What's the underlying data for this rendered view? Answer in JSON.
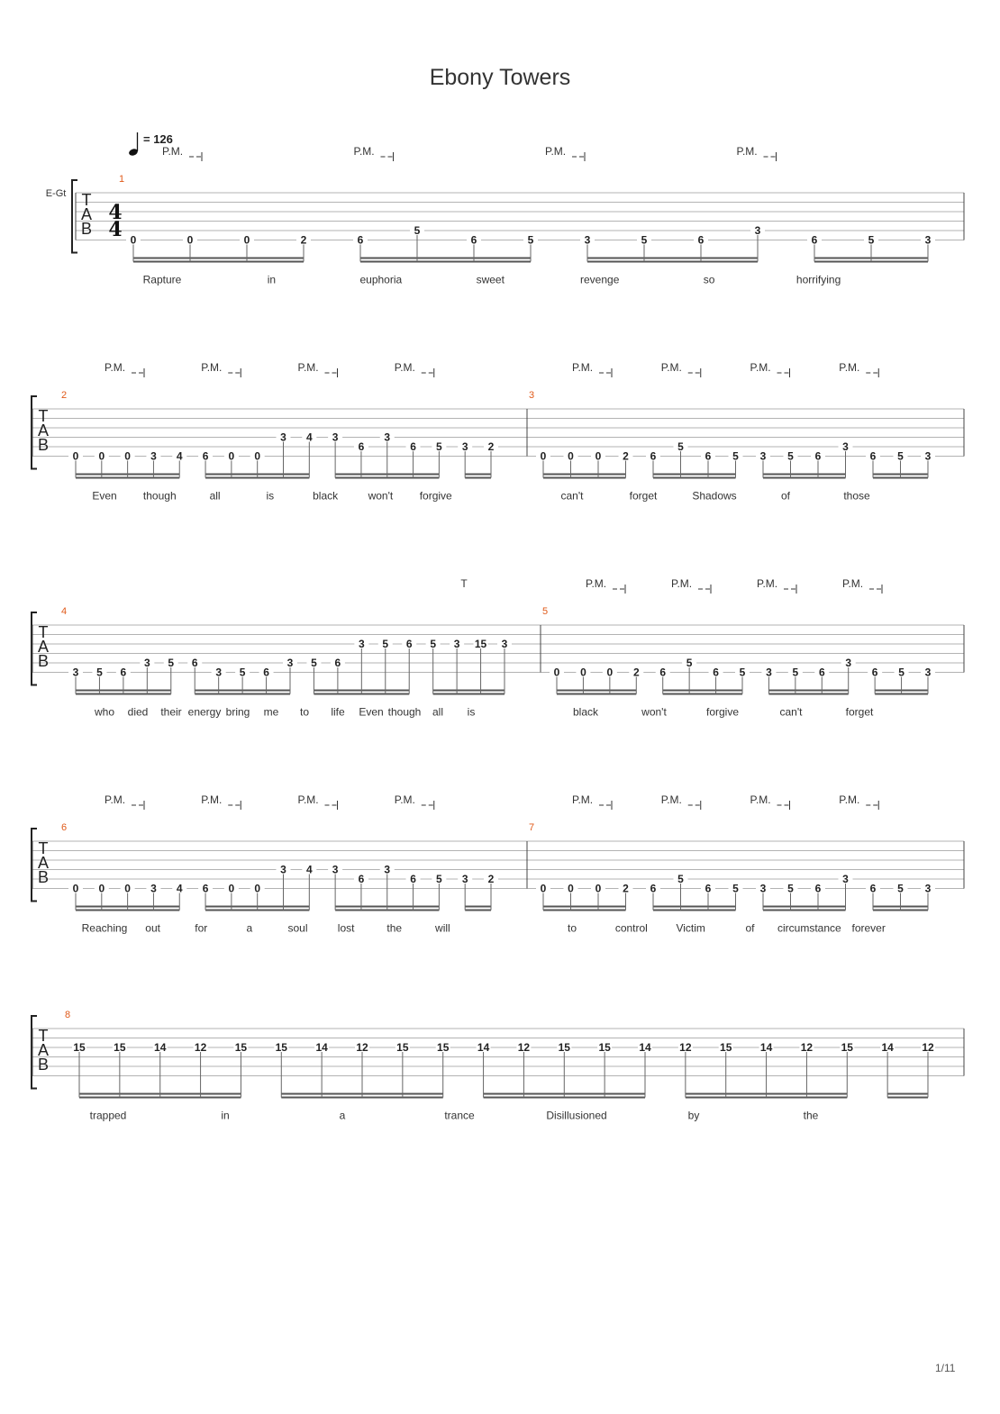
{
  "title": "Ebony Towers",
  "tempo": {
    "value": "= 126",
    "note_icon": "quarter-note-icon"
  },
  "instrument": "E-Gt",
  "time_signature": {
    "top": "4",
    "bottom": "4"
  },
  "tab_letters": [
    "T",
    "A",
    "B"
  ],
  "page": "1/11",
  "colors": {
    "bar_number": "#e05a1a",
    "staff_line": "#9a9a9a",
    "ink": "#222222"
  },
  "measures": [
    {
      "number": "1",
      "notes": [
        {
          "fret": "0",
          "string": 6
        },
        {
          "fret": "0",
          "string": 6
        },
        {
          "fret": "0",
          "string": 6
        },
        {
          "fret": "2",
          "string": 6
        },
        {
          "fret": "6",
          "string": 6
        },
        {
          "fret": "5",
          "string": 5
        },
        {
          "fret": "6",
          "string": 6
        },
        {
          "fret": "5",
          "string": 6
        },
        {
          "fret": "3",
          "string": 6
        },
        {
          "fret": "5",
          "string": 6
        },
        {
          "fret": "6",
          "string": 6
        },
        {
          "fret": "3",
          "string": 5
        },
        {
          "fret": "6",
          "string": 6
        },
        {
          "fret": "5",
          "string": 6
        },
        {
          "fret": "3",
          "string": 6
        }
      ],
      "lyrics": [
        "Rapture",
        "in",
        "euphoria",
        "sweet",
        "revenge",
        "so",
        "horrifying"
      ],
      "palm_mutes": [
        "P.M.",
        "P.M.",
        "P.M.",
        "P.M."
      ]
    },
    {
      "number": "2",
      "notes": [
        {
          "fret": "0",
          "string": 6
        },
        {
          "fret": "0",
          "string": 6
        },
        {
          "fret": "0",
          "string": 6
        },
        {
          "fret": "3",
          "string": 6
        },
        {
          "fret": "4",
          "string": 6
        },
        {
          "fret": "6",
          "string": 6
        },
        {
          "fret": "0",
          "string": 6
        },
        {
          "fret": "0",
          "string": 6
        },
        {
          "fret": "3",
          "string": 4
        },
        {
          "fret": "4",
          "string": 4
        },
        {
          "fret": "3",
          "string": 4
        },
        {
          "fret": "6",
          "string": 5
        },
        {
          "fret": "3",
          "string": 4
        },
        {
          "fret": "6",
          "string": 5
        },
        {
          "fret": "5",
          "string": 5
        },
        {
          "fret": "3",
          "string": 5
        },
        {
          "fret": "2",
          "string": 5
        }
      ],
      "lyrics": [
        "Even",
        "though",
        "all",
        "is",
        "black",
        "won't",
        "forgive"
      ],
      "palm_mutes": [
        "P.M.",
        "P.M.",
        "P.M.",
        "P.M."
      ]
    },
    {
      "number": "3",
      "notes": [
        {
          "fret": "0",
          "string": 6
        },
        {
          "fret": "0",
          "string": 6
        },
        {
          "fret": "0",
          "string": 6
        },
        {
          "fret": "2",
          "string": 6
        },
        {
          "fret": "6",
          "string": 6
        },
        {
          "fret": "5",
          "string": 5
        },
        {
          "fret": "6",
          "string": 6
        },
        {
          "fret": "5",
          "string": 6
        },
        {
          "fret": "3",
          "string": 6
        },
        {
          "fret": "5",
          "string": 6
        },
        {
          "fret": "6",
          "string": 6
        },
        {
          "fret": "3",
          "string": 5
        },
        {
          "fret": "6",
          "string": 6
        },
        {
          "fret": "5",
          "string": 6
        },
        {
          "fret": "3",
          "string": 6
        }
      ],
      "lyrics": [
        "can't",
        "forget",
        "Shadows",
        "of",
        "those"
      ],
      "palm_mutes": [
        "P.M.",
        "P.M.",
        "P.M.",
        "P.M."
      ]
    },
    {
      "number": "4",
      "notes": [
        {
          "fret": "3",
          "string": 6
        },
        {
          "fret": "5",
          "string": 6
        },
        {
          "fret": "6",
          "string": 6
        },
        {
          "fret": "3",
          "string": 5
        },
        {
          "fret": "5",
          "string": 5
        },
        {
          "fret": "6",
          "string": 5
        },
        {
          "fret": "3",
          "string": 6
        },
        {
          "fret": "5",
          "string": 6
        },
        {
          "fret": "6",
          "string": 6
        },
        {
          "fret": "3",
          "string": 5
        },
        {
          "fret": "5",
          "string": 5
        },
        {
          "fret": "6",
          "string": 5
        },
        {
          "fret": "3",
          "string": 3
        },
        {
          "fret": "5",
          "string": 3
        },
        {
          "fret": "6",
          "string": 3
        },
        {
          "fret": "5",
          "string": 3
        },
        {
          "fret": "3",
          "string": 3
        },
        {
          "fret": "15",
          "string": 3
        },
        {
          "fret": "3",
          "string": 3
        }
      ],
      "lyrics": [
        "who",
        "died",
        "their",
        "energy",
        "bring",
        "me",
        "to",
        "life",
        "Even",
        "though",
        "all",
        "is"
      ],
      "tapping": "T"
    },
    {
      "number": "5",
      "notes": [
        {
          "fret": "0",
          "string": 6
        },
        {
          "fret": "0",
          "string": 6
        },
        {
          "fret": "0",
          "string": 6
        },
        {
          "fret": "2",
          "string": 6
        },
        {
          "fret": "6",
          "string": 6
        },
        {
          "fret": "5",
          "string": 5
        },
        {
          "fret": "6",
          "string": 6
        },
        {
          "fret": "5",
          "string": 6
        },
        {
          "fret": "3",
          "string": 6
        },
        {
          "fret": "5",
          "string": 6
        },
        {
          "fret": "6",
          "string": 6
        },
        {
          "fret": "3",
          "string": 5
        },
        {
          "fret": "6",
          "string": 6
        },
        {
          "fret": "5",
          "string": 6
        },
        {
          "fret": "3",
          "string": 6
        }
      ],
      "lyrics": [
        "black",
        "won't",
        "forgive",
        "can't",
        "forget"
      ],
      "palm_mutes": [
        "P.M.",
        "P.M.",
        "P.M.",
        "P.M."
      ]
    },
    {
      "number": "6",
      "notes": [
        {
          "fret": "0",
          "string": 6
        },
        {
          "fret": "0",
          "string": 6
        },
        {
          "fret": "0",
          "string": 6
        },
        {
          "fret": "3",
          "string": 6
        },
        {
          "fret": "4",
          "string": 6
        },
        {
          "fret": "6",
          "string": 6
        },
        {
          "fret": "0",
          "string": 6
        },
        {
          "fret": "0",
          "string": 6
        },
        {
          "fret": "3",
          "string": 4
        },
        {
          "fret": "4",
          "string": 4
        },
        {
          "fret": "3",
          "string": 4
        },
        {
          "fret": "6",
          "string": 5
        },
        {
          "fret": "3",
          "string": 4
        },
        {
          "fret": "6",
          "string": 5
        },
        {
          "fret": "5",
          "string": 5
        },
        {
          "fret": "3",
          "string": 5
        },
        {
          "fret": "2",
          "string": 5
        }
      ],
      "lyrics": [
        "Reaching",
        "out",
        "for",
        "a",
        "soul",
        "lost",
        "the",
        "will"
      ],
      "palm_mutes": [
        "P.M.",
        "P.M.",
        "P.M.",
        "P.M."
      ]
    },
    {
      "number": "7",
      "notes": [
        {
          "fret": "0",
          "string": 6
        },
        {
          "fret": "0",
          "string": 6
        },
        {
          "fret": "0",
          "string": 6
        },
        {
          "fret": "2",
          "string": 6
        },
        {
          "fret": "6",
          "string": 6
        },
        {
          "fret": "5",
          "string": 5
        },
        {
          "fret": "6",
          "string": 6
        },
        {
          "fret": "5",
          "string": 6
        },
        {
          "fret": "3",
          "string": 6
        },
        {
          "fret": "5",
          "string": 6
        },
        {
          "fret": "6",
          "string": 6
        },
        {
          "fret": "3",
          "string": 5
        },
        {
          "fret": "6",
          "string": 6
        },
        {
          "fret": "5",
          "string": 6
        },
        {
          "fret": "3",
          "string": 6
        }
      ],
      "lyrics": [
        "to",
        "control",
        "Victim",
        "of",
        "circumstance",
        "forever"
      ],
      "palm_mutes": [
        "P.M.",
        "P.M.",
        "P.M.",
        "P.M."
      ]
    },
    {
      "number": "8",
      "notes": [
        {
          "fret": "15",
          "string": 3
        },
        {
          "fret": "15",
          "string": 3
        },
        {
          "fret": "14",
          "string": 3
        },
        {
          "fret": "12",
          "string": 3
        },
        {
          "fret": "15",
          "string": 3
        },
        {
          "fret": "15",
          "string": 3
        },
        {
          "fret": "14",
          "string": 3
        },
        {
          "fret": "12",
          "string": 3
        },
        {
          "fret": "15",
          "string": 3
        },
        {
          "fret": "15",
          "string": 3
        },
        {
          "fret": "14",
          "string": 3
        },
        {
          "fret": "12",
          "string": 3
        },
        {
          "fret": "15",
          "string": 3
        },
        {
          "fret": "15",
          "string": 3
        },
        {
          "fret": "14",
          "string": 3
        },
        {
          "fret": "12",
          "string": 3
        },
        {
          "fret": "15",
          "string": 3
        },
        {
          "fret": "14",
          "string": 3
        },
        {
          "fret": "12",
          "string": 3
        },
        {
          "fret": "15",
          "string": 3
        },
        {
          "fret": "14",
          "string": 3
        },
        {
          "fret": "12",
          "string": 3
        }
      ],
      "lyrics": [
        "trapped",
        "in",
        "a",
        "trance",
        "Disillusioned",
        "by",
        "the"
      ]
    }
  ]
}
